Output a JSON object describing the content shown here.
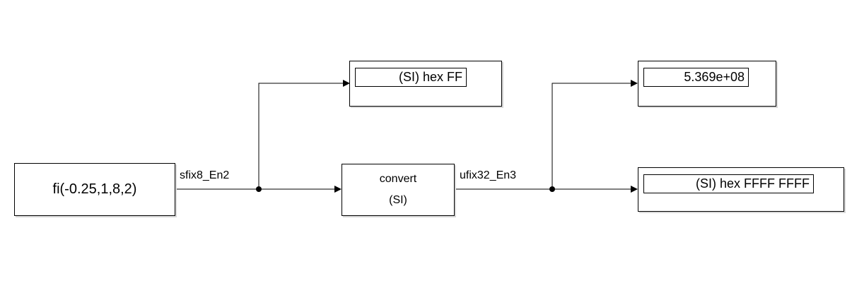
{
  "source": {
    "label": "fi(-0.25,1,8,2)"
  },
  "convert": {
    "line1": "convert",
    "line2": "(SI)"
  },
  "signals": {
    "input_type": "sfix8_En2",
    "output_type": "ufix32_En3"
  },
  "displays": {
    "input_hex": "(SI) hex FF",
    "output_value": "5.369e+08",
    "output_hex": "(SI) hex FFFF FFFF"
  }
}
